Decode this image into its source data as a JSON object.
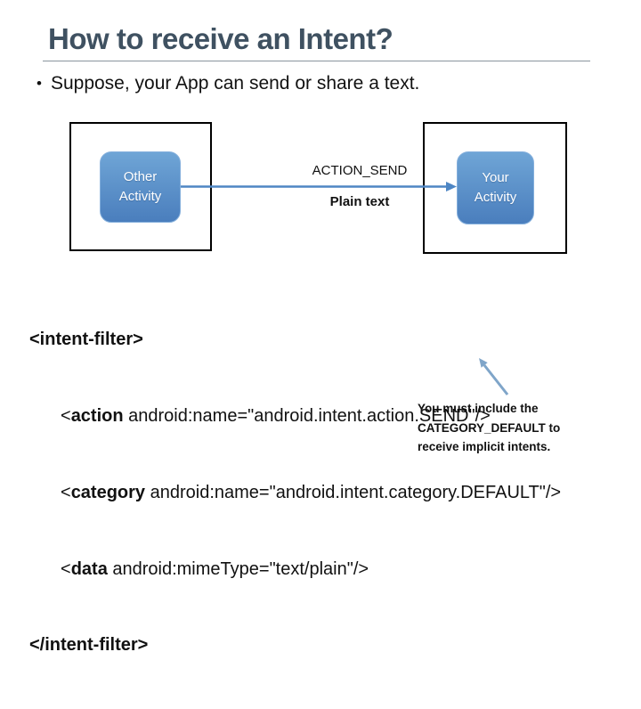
{
  "slide": {
    "title": "How to receive an Intent?",
    "bullet_glyph": "•",
    "bullet_text": "Suppose, your App can send or share a text."
  },
  "diagram": {
    "source_node": {
      "line1": "Other",
      "line2": "Activity"
    },
    "target_node": {
      "line1": "Your",
      "line2": "Activity"
    },
    "arrow_label_top": "ACTION_SEND",
    "arrow_label_bottom": "Plain text"
  },
  "code": {
    "lines": [
      {
        "prefix": "",
        "tag": "<intent-filter>",
        "rest": ""
      },
      {
        "prefix": "<",
        "tag": "action",
        "rest": " android:name=\"android.intent.action.SEND\"/>"
      },
      {
        "prefix": "<",
        "tag": "category",
        "rest": " android:name=\"android.intent.category.DEFAULT\"/>"
      },
      {
        "prefix": "<",
        "tag": "data",
        "rest": " android:mimeType=\"text/plain\"/>"
      },
      {
        "prefix": "",
        "tag": "</intent-filter>",
        "rest": ""
      }
    ]
  },
  "callout": {
    "lines": [
      "You must include the",
      "CATEGORY_DEFAULT to",
      "receive implicit intents."
    ]
  },
  "colors": {
    "title": "#3F5161",
    "underline": "#8A959E",
    "body-text": "#111111",
    "node-top": "#6FA5D6",
    "node-bottom": "#4A7EBD",
    "node-border": "#84AFDC",
    "box-border": "#000000",
    "arrow": "#4E86C4",
    "callout-arrow": "#7FA5C9"
  }
}
